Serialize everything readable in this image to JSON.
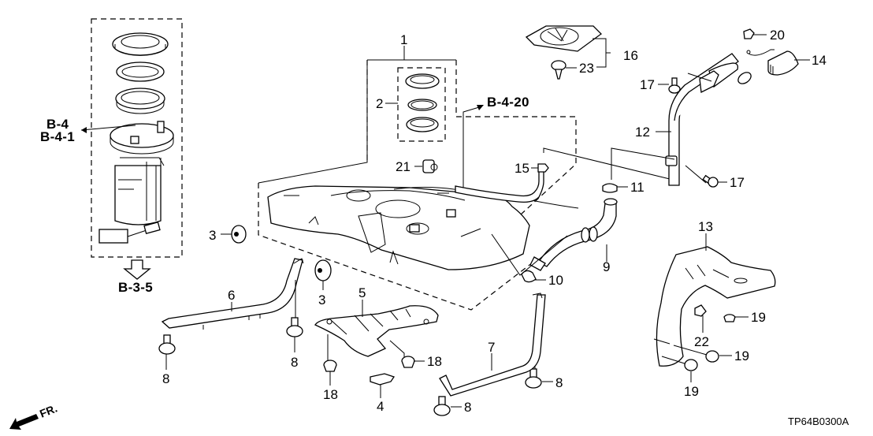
{
  "diagram": {
    "type": "exploded-parts-diagram",
    "subject": "fuel tank assembly",
    "diagram_code": "TP64B0300A",
    "direction_indicator": "FR.",
    "section_refs": [
      {
        "id": "ref-b4",
        "text": "B-4"
      },
      {
        "id": "ref-b41",
        "text": "B-4-1"
      },
      {
        "id": "ref-b35",
        "text": "B-3-5"
      },
      {
        "id": "ref-b420",
        "text": "B-4-20"
      }
    ],
    "callouts": [
      {
        "part": "1",
        "text": "1"
      },
      {
        "part": "2",
        "text": "2"
      },
      {
        "part": "3a",
        "text": "3"
      },
      {
        "part": "3b",
        "text": "3"
      },
      {
        "part": "4",
        "text": "4"
      },
      {
        "part": "5",
        "text": "5"
      },
      {
        "part": "6",
        "text": "6"
      },
      {
        "part": "7",
        "text": "7"
      },
      {
        "part": "8a",
        "text": "8"
      },
      {
        "part": "8b",
        "text": "8"
      },
      {
        "part": "8c",
        "text": "8"
      },
      {
        "part": "8d",
        "text": "8"
      },
      {
        "part": "9",
        "text": "9"
      },
      {
        "part": "10",
        "text": "10"
      },
      {
        "part": "11",
        "text": "11"
      },
      {
        "part": "12",
        "text": "12"
      },
      {
        "part": "13",
        "text": "13"
      },
      {
        "part": "14",
        "text": "14"
      },
      {
        "part": "15",
        "text": "15"
      },
      {
        "part": "16",
        "text": "16"
      },
      {
        "part": "17a",
        "text": "17"
      },
      {
        "part": "17b",
        "text": "17"
      },
      {
        "part": "18a",
        "text": "18"
      },
      {
        "part": "18b",
        "text": "18"
      },
      {
        "part": "19a",
        "text": "19"
      },
      {
        "part": "19b",
        "text": "19"
      },
      {
        "part": "19c",
        "text": "19"
      },
      {
        "part": "20",
        "text": "20"
      },
      {
        "part": "21",
        "text": "21"
      },
      {
        "part": "22",
        "text": "22"
      },
      {
        "part": "23",
        "text": "23"
      }
    ]
  }
}
